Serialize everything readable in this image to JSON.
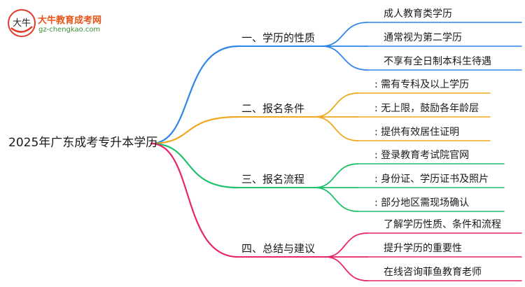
{
  "logo": {
    "mark_text": "大牛",
    "name": "大牛教育成考网",
    "url": "gz-chengkao.com"
  },
  "root": {
    "label": "2025年广东成考专升本学历"
  },
  "branches": [
    {
      "label": "一、学历的性质",
      "color": "#2f86e8",
      "leaves": [
        "成人教育类学历",
        "通常视为第二学历",
        "不享有全日制本科生待遇"
      ]
    },
    {
      "label": "二、报名条件",
      "color": "#f0a81c",
      "leaves": [
        ": 需有专科及以上学历",
        ": 无上限，鼓励各年龄层",
        ": 提供有效居住证明"
      ]
    },
    {
      "label": "三、报名流程",
      "color": "#20c06c",
      "leaves": [
        ": 登录教育考试院官网",
        ": 身份证、学历证书及照片",
        ": 部分地区需现场确认"
      ]
    },
    {
      "label": "四、总结与建议",
      "color": "#e8246a",
      "leaves": [
        "了解学历性质、条件和流程",
        "提升学历的重要性",
        "在线咨询菲鱼教育老师"
      ]
    }
  ]
}
